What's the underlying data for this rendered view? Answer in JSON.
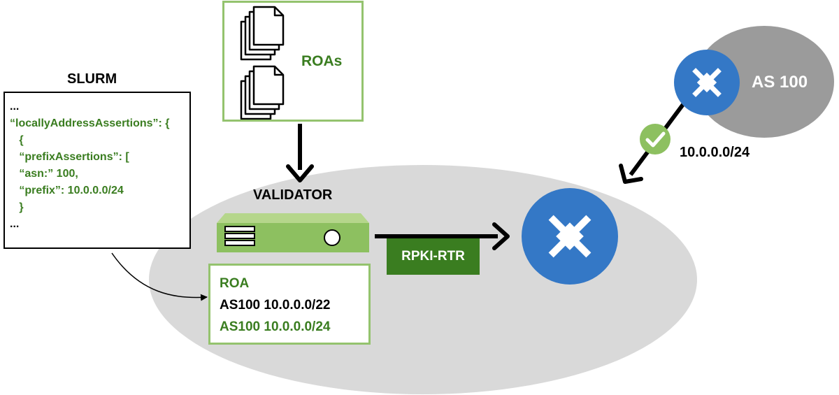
{
  "slurm": {
    "title": "SLURM",
    "lines": [
      "...",
      "“locallyAddressAssertions”: {",
      "   {",
      "   “prefixAssertions”: [",
      "   “asn:” 100,",
      "   “prefix”: 10.0.0.0/24",
      "   }",
      "..."
    ]
  },
  "roas": {
    "label": "ROAs"
  },
  "validator": {
    "label": "VALIDATOR"
  },
  "roa_box": {
    "title": "ROA",
    "entries": [
      "AS100 10.0.0.0/22",
      "AS100 10.0.0.0/24"
    ]
  },
  "rtr": {
    "label": "RPKI-RTR"
  },
  "as": {
    "label": "AS 100"
  },
  "announcement": {
    "prefix": "10.0.0.0/24"
  },
  "colors": {
    "green_dark": "#3a7d20",
    "green_light": "#94c36e",
    "router_blue": "#3478c6",
    "ellipse_gray": "#d9d9d9",
    "as_gray": "#9b9b9b"
  }
}
